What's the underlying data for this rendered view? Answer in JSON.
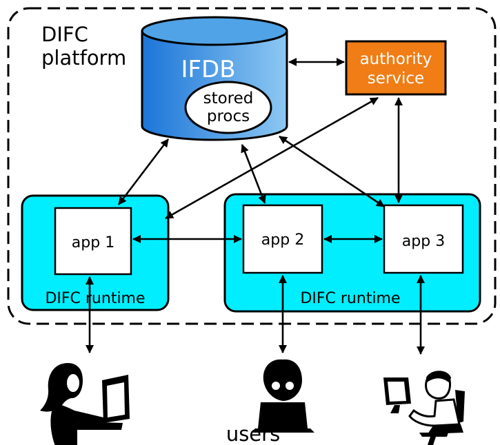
{
  "platform": {
    "label_line1": "DIFC",
    "label_line2": "platform"
  },
  "database": {
    "label": "IFDB",
    "procs_line1": "stored",
    "procs_line2": "procs",
    "color_top": "#1b75d8",
    "color_bottom": "#8dc8f2"
  },
  "authority": {
    "label_line1": "authority",
    "label_line2": "service",
    "color": "#f07d16"
  },
  "runtimes": [
    {
      "label": "DIFC runtime"
    },
    {
      "label": "DIFC runtime"
    }
  ],
  "runtime_color": "#00eeff",
  "apps": [
    {
      "label": "app 1"
    },
    {
      "label": "app 2"
    },
    {
      "label": "app 3"
    }
  ],
  "users": {
    "label": "users",
    "icons": [
      "woman-at-computer-icon",
      "person-with-laptop-icon",
      "man-at-desk-computer-icon"
    ]
  }
}
